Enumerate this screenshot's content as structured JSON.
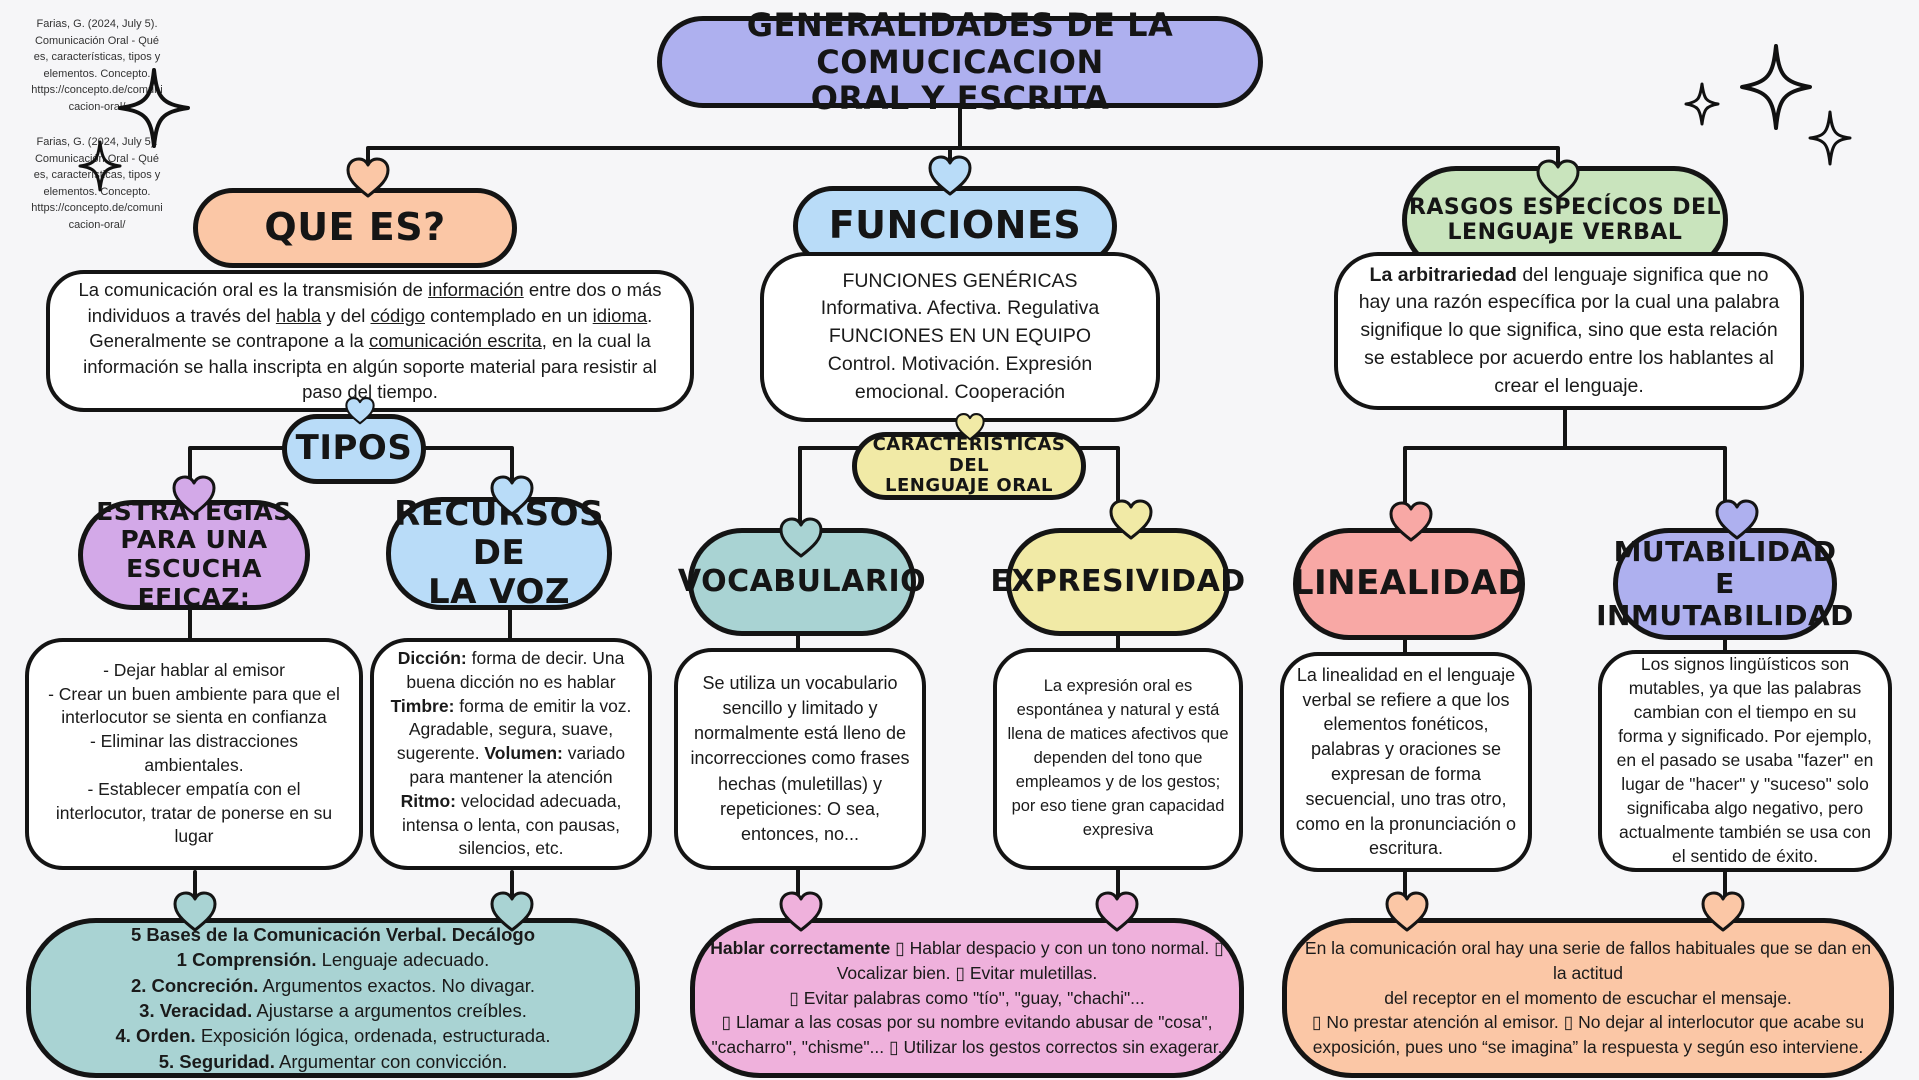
{
  "title": {
    "line1": "GENERALIDADES DE LA COMUCICACION",
    "line2": "ORAL Y ESCRITA"
  },
  "citations": [
    {
      "lines": [
        "Farias, G. (2024, July 5).",
        "Comunicación Oral - Qué",
        "es, características, tipos y",
        "elementos. Concepto.",
        "https://concepto.de/comuni",
        "cacion-oral/"
      ]
    },
    {
      "lines": [
        "Farias, G. (2024, July 5).",
        "Comunicación Oral - Qué",
        "es, características, tipos y",
        "elementos. Concepto.",
        "https://concepto.de/comuni",
        "cacion-oral/"
      ]
    }
  ],
  "que_es": {
    "title": "QUE ES?",
    "t1": "La comunicación oral es la transmisión de ",
    "u1": "información",
    "t2": " entre dos o más individuos a través del ",
    "u2": "habla",
    "t3": " y del ",
    "u3": "código",
    "t4": " contemplado en un ",
    "u4": "idioma",
    "t5": ". Generalmente se contrapone a la ",
    "u5": "comunicación escrita",
    "t6": ", en la cual la información se halla inscripta en algún soporte material para resistir al paso del tiempo."
  },
  "tipos": {
    "title": "TIPOS"
  },
  "estrategias": {
    "title_l1": "ESTRATEGIAS",
    "title_l2": "PARA UNA",
    "title_l3": "ESCUCHA EFICAZ:",
    "text": "- Dejar hablar al emisor\n- Crear un buen ambiente para que el interlocutor se sienta en confianza\n- Eliminar las distracciones ambientales.\n- Establecer empatía con el interlocutor, tratar de ponerse en su lugar"
  },
  "recursos": {
    "title_l1": "RECURSOS DE",
    "title_l2": "LA VOZ",
    "b1": "Dicción:",
    "t1": " forma de decir. Una buena dicción no es hablar ",
    "b2": "Timbre:",
    "t2": " forma de emitir la voz. Agradable, segura, suave, sugerente. ",
    "b3": "Volumen:",
    "t3": " variado para mantener la atención ",
    "b4": "Ritmo:",
    "t4": " velocidad adecuada, intensa o lenta, con pausas, silencios, etc."
  },
  "bases": {
    "heading": "5 Bases de la Comunicación Verbal. Decálogo",
    "items": [
      {
        "b": "1  Comprensión.",
        "t": " Lenguaje adecuado."
      },
      {
        "b": "2. Concreción.",
        "t": " Argumentos exactos. No divagar."
      },
      {
        "b": "3. Veracidad.",
        "t": " Ajustarse a argumentos creíbles."
      },
      {
        "b": "4. Orden.",
        "t": " Exposición lógica, ordenada, estructurada."
      },
      {
        "b": "5. Seguridad.",
        "t": " Argumentar con convicción."
      }
    ]
  },
  "funciones": {
    "title": "FUNCIONES",
    "text": "FUNCIONES GENÉRICAS\nInformativa. Afectiva. Regulativa\nFUNCIONES EN UN EQUIPO\nControl. Motivación. Expresión\nemocional. Cooperación"
  },
  "caracteristicas": {
    "title_l1": "CARACTERÍSTICAS DEL",
    "title_l2": "LENGUAJE ORAL"
  },
  "vocabulario": {
    "title": "VOCABULARIO",
    "text": "Se utiliza un vocabulario sencillo y limitado y normalmente está lleno de incorrecciones como frases hechas (muletillas) y repeticiones: O sea, entonces, no..."
  },
  "expresividad": {
    "title": "EXPRESIVIDAD",
    "text": "La expresión oral es espontánea y natural y está llena de matices afectivos que\ndependen del tono que empleamos y de los gestos; por eso tiene gran capacidad\nexpresiva"
  },
  "hablar": {
    "b": "Hablar correctamente",
    "t": " ▯ Hablar despacio y con un tono normal. ▯ Vocalizar bien. ▯ Evitar muletillas.\n▯ Evitar palabras como \"tío\", \"guay, \"chachi\"...\n▯ Llamar a las cosas por su nombre evitando abusar de \"cosa\", \"cacharro\", \"chisme\"... ▯ Utilizar los gestos correctos sin exagerar."
  },
  "rasgos": {
    "title_l1": "RASGOS ESPECÍCOS DEL",
    "title_l2": "LENGUAJE VERBAL",
    "b": "La arbitrariedad",
    "t": " del lenguaje significa que no hay una razón específica por la cual una palabra signifique lo que significa, sino que esta relación se establece por acuerdo entre los hablantes al crear el lenguaje."
  },
  "linealidad": {
    "title": "LINEALIDAD",
    "text": "La linealidad en el lenguaje verbal se refiere a que los elementos fonéticos, palabras y oraciones se expresan de forma secuencial, uno tras otro, como en la pronunciación o escritura."
  },
  "mutabilidad": {
    "title_l1": "MUTABILIDAD E",
    "title_l2": "INMUTABILIDAD",
    "text": "Los signos lingüísticos son mutables, ya que las palabras cambian con el tiempo en su forma y significado. Por ejemplo, en el pasado se usaba \"fazer\" en lugar de \"hacer\" y \"suceso\" solo significaba algo negativo, pero actualmente también se usa con el sentido de éxito."
  },
  "fallos": {
    "text": "En la comunicación oral hay una serie de fallos habituales que se dan en la actitud\ndel receptor en el momento de escuchar el mensaje.\n▯ No prestar atención al emisor. ▯ No dejar al interlocutor que acabe su exposición, pues uno “se imagina” la respuesta y según eso interviene."
  },
  "colors": {
    "title": "#aeb0ef",
    "que_es": "#fbc7a6",
    "tipos": "#b9dcf8",
    "estrategias": "#d3a9e8",
    "recursos": "#b9dcf8",
    "bases": "#a9d3d3",
    "funciones": "#b9dcf8",
    "caracteristicas": "#f1eaa6",
    "vocabulario": "#a9d3d3",
    "expresividad": "#f1eaa6",
    "hablar": "#efb1dc",
    "rasgos": "#c9e4bd",
    "linealidad": "#f8a8a5",
    "mutabilidad": "#aeb0ef",
    "fallos": "#fbc7a6"
  },
  "icons": [
    "heart-icon",
    "sparkle-star-icon"
  ]
}
